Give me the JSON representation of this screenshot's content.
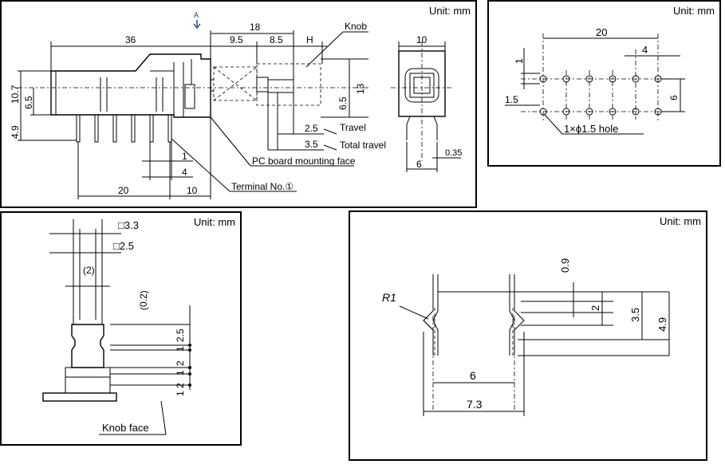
{
  "unit_label": "Unit: mm",
  "panel_side": {
    "dims": {
      "d36": "36",
      "d18": "18",
      "d9_5": "9.5",
      "d8_5": "8.5",
      "dH": "H",
      "d10_7": "10.7",
      "d6_5": "6.5",
      "d4_9": "4.9",
      "d13": "13",
      "d6_5b": "6.5",
      "d2_5": "2.5",
      "d3_5": "3.5",
      "d1": "1",
      "d4": "4",
      "d20": "20",
      "d10": "10"
    },
    "labels": {
      "knob": "Knob",
      "travel": "Travel",
      "total_travel": "Total travel",
      "pcb_face": "PC board mounting face",
      "terminal": "Terminal No.①",
      "view_a": "A"
    }
  },
  "panel_front": {
    "dims": {
      "d10": "10",
      "d0_35": "0.35",
      "d6": "6"
    }
  },
  "panel_pcb": {
    "dims": {
      "d20": "20",
      "d4": "4",
      "d1": "1",
      "d6": "6",
      "d1_5": "1.5"
    },
    "hole": "1×ϕ1.5 hole"
  },
  "panel_knob": {
    "dims": {
      "sq3_3": "□3.3",
      "sq2_5": "□2.5",
      "p2": "(2)",
      "p0_2": "(0.2)",
      "d2_5": "2.5",
      "d1a": "1",
      "d2a": "2",
      "d1b": "1",
      "d2b": "2",
      "d1c": "1"
    },
    "knob_face": "Knob face"
  },
  "panel_term": {
    "dims": {
      "r1": "R1",
      "d0_9": "0.9",
      "d2": "2",
      "d3_5": "3.5",
      "d4_9": "4.9",
      "d6": "6",
      "d7_3": "7.3"
    }
  }
}
